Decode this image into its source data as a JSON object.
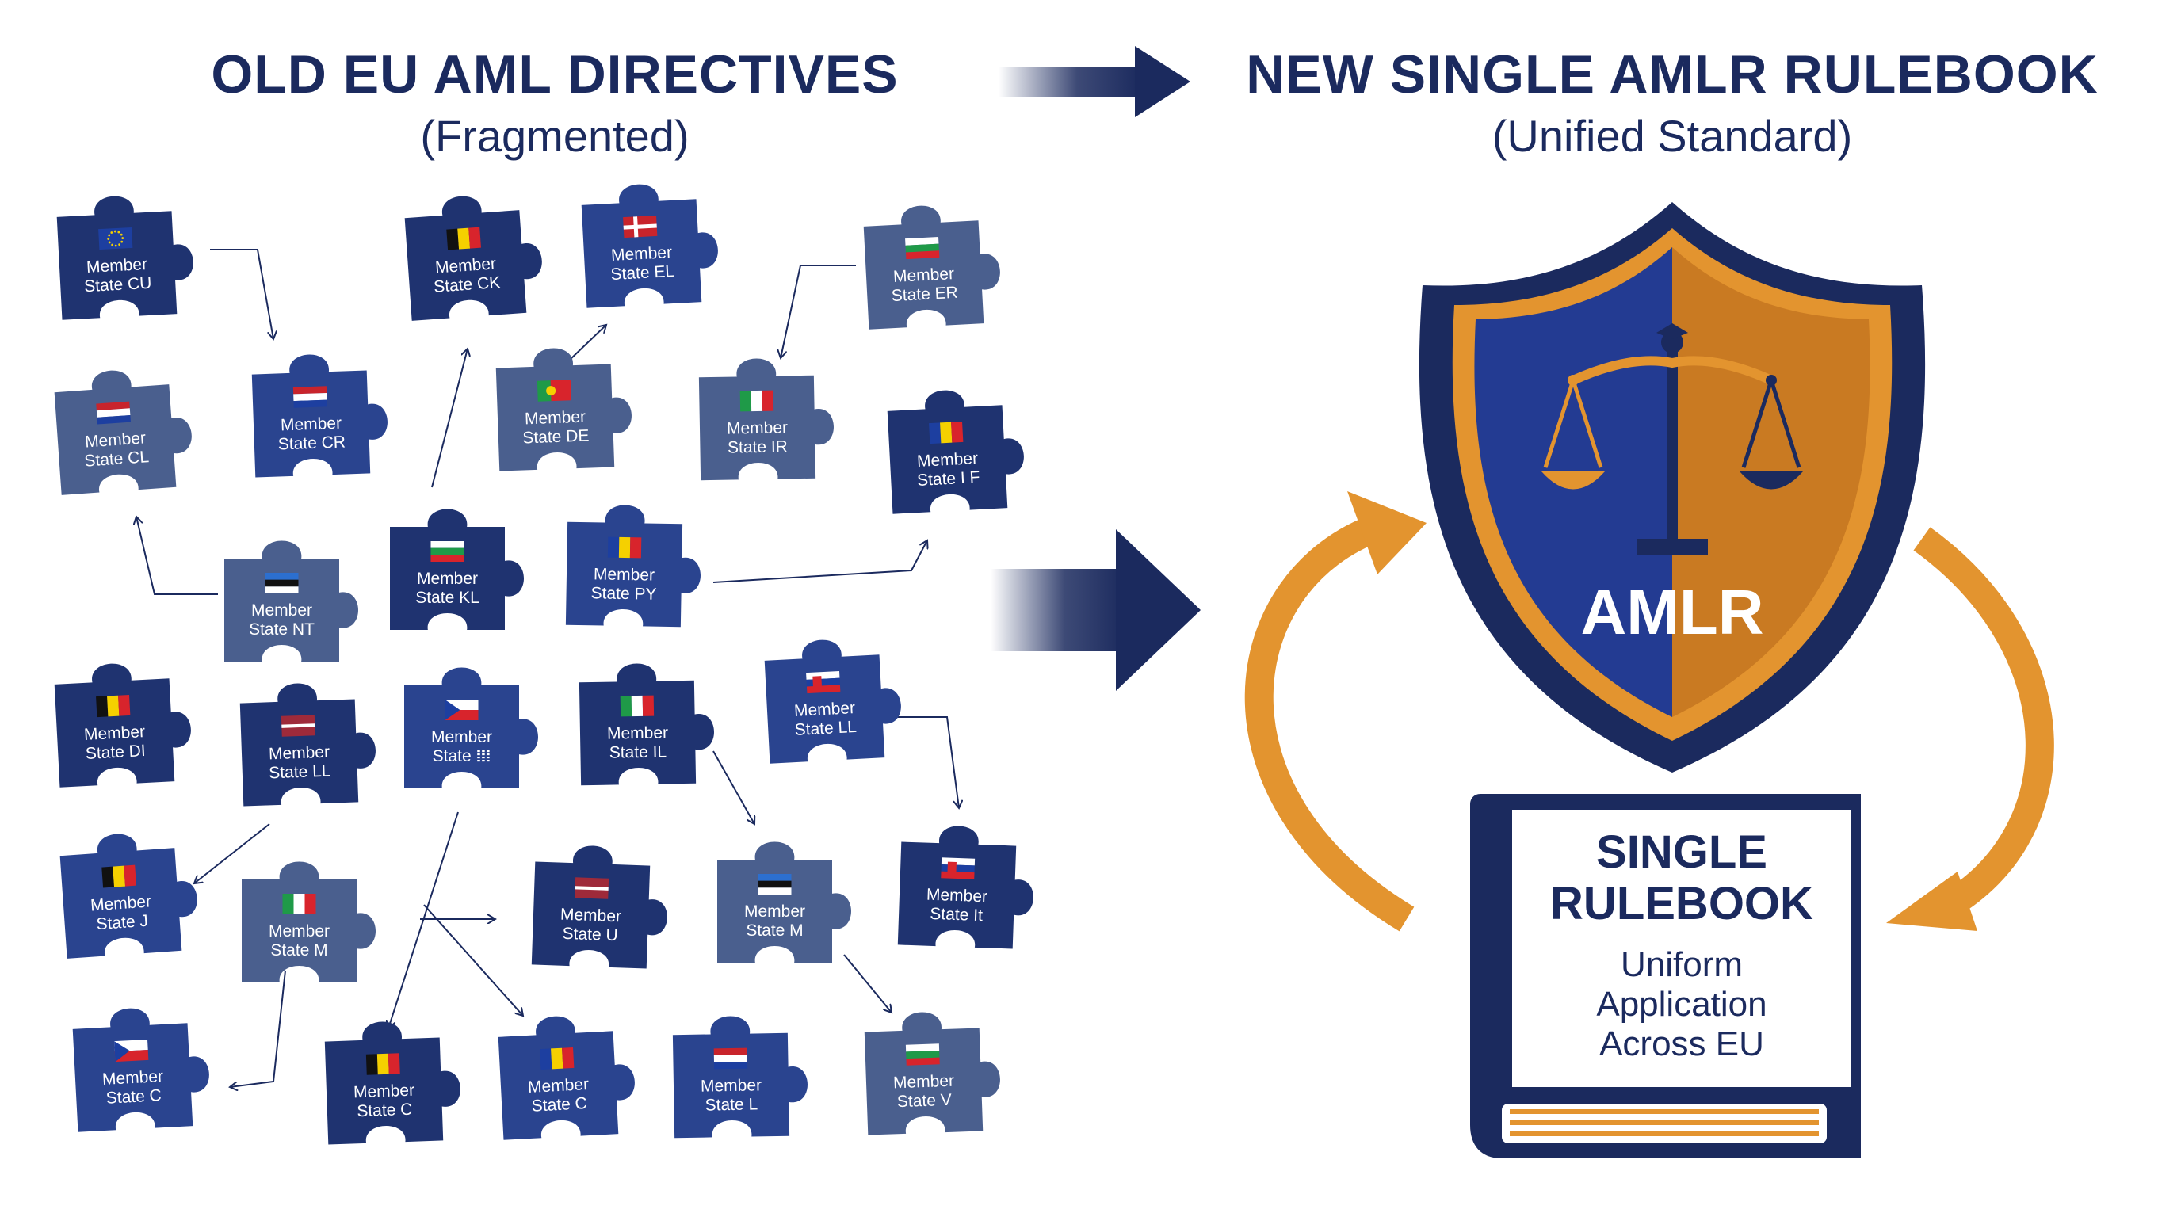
{
  "left_title": {
    "main": "OLD EU AML DIRECTIVES",
    "sub": "(Fragmented)"
  },
  "right_title": {
    "main": "NEW SINGLE AMLR RULEBOOK",
    "sub": "(Unified Standard)"
  },
  "shield": {
    "label": "AMLR"
  },
  "book": {
    "title_line1": "SINGLE",
    "title_line2": "RULEBOOK",
    "line1": "Uniform",
    "line2": "Application",
    "line3": "Across EU"
  },
  "colors": {
    "navy": "#1b2a5e",
    "orange": "#e3942f",
    "dark_piece": "#1f3370",
    "mid_piece": "#2a448f",
    "light_piece": "#4a5f8e"
  },
  "pieces": [
    {
      "line1": "Member",
      "line2": "State CU",
      "flag": "eu",
      "tone": "dark"
    },
    {
      "line1": "Member",
      "line2": "State CK",
      "flag": "be",
      "tone": "dark"
    },
    {
      "line1": "Member",
      "line2": "State EL",
      "flag": "dk",
      "tone": "mid"
    },
    {
      "line1": "Member",
      "line2": "State ER",
      "flag": "bg",
      "tone": "light"
    },
    {
      "line1": "Member",
      "line2": "State CL",
      "flag": "nl",
      "tone": "light"
    },
    {
      "line1": "Member",
      "line2": "State CR",
      "flag": "nl",
      "tone": "mid"
    },
    {
      "line1": "Member",
      "line2": "State DE",
      "flag": "pt",
      "tone": "light"
    },
    {
      "line1": "Member",
      "line2": "State IR",
      "flag": "it",
      "tone": "light"
    },
    {
      "line1": "Member",
      "line2": "State I F",
      "flag": "ro",
      "tone": "dark"
    },
    {
      "line1": "Member",
      "line2": "State NT",
      "flag": "ee",
      "tone": "light"
    },
    {
      "line1": "Member",
      "line2": "State KL",
      "flag": "bg",
      "tone": "dark"
    },
    {
      "line1": "Member",
      "line2": "State PY",
      "flag": "ro",
      "tone": "mid"
    },
    {
      "line1": "Member",
      "line2": "State DI",
      "flag": "be",
      "tone": "dark"
    },
    {
      "line1": "Member",
      "line2": "State LL",
      "flag": "lv",
      "tone": "dark"
    },
    {
      "line1": "Member",
      "line2": "State 𝍖",
      "flag": "cz",
      "tone": "mid"
    },
    {
      "line1": "Member",
      "line2": "State IL",
      "flag": "it",
      "tone": "dark"
    },
    {
      "line1": "Member",
      "line2": "State LL",
      "flag": "sk",
      "tone": "mid"
    },
    {
      "line1": "Member",
      "line2": "State J",
      "flag": "be",
      "tone": "mid"
    },
    {
      "line1": "Member",
      "line2": "State M",
      "flag": "it",
      "tone": "light"
    },
    {
      "line1": "Member",
      "line2": "State U",
      "flag": "lv",
      "tone": "dark"
    },
    {
      "line1": "Member",
      "line2": "State M",
      "flag": "ee",
      "tone": "light"
    },
    {
      "line1": "Member",
      "line2": "State It",
      "flag": "sk",
      "tone": "dark"
    },
    {
      "line1": "Member",
      "line2": "State C",
      "flag": "cz",
      "tone": "mid"
    },
    {
      "line1": "Member",
      "line2": "State C",
      "flag": "be",
      "tone": "dark"
    },
    {
      "line1": "Member",
      "line2": "State C",
      "flag": "ro",
      "tone": "mid"
    },
    {
      "line1": "Member",
      "line2": "State L",
      "flag": "nl",
      "tone": "mid"
    },
    {
      "line1": "Member",
      "line2": "State V",
      "flag": "bg",
      "tone": "light"
    }
  ]
}
